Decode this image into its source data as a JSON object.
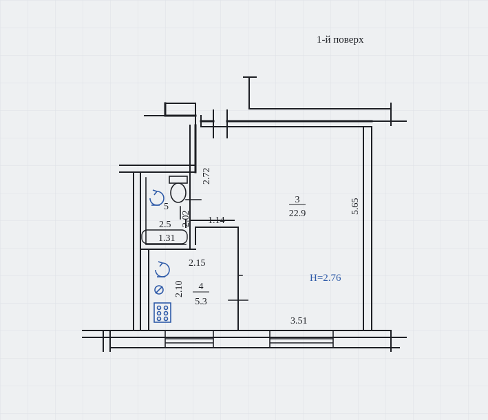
{
  "floor_title": "1-й поверх",
  "rooms": [
    {
      "number": "3",
      "area": "22.9"
    },
    {
      "number": "4",
      "area": "5.3"
    },
    {
      "number": "5",
      "area": "2.5"
    }
  ],
  "dimensions": {
    "room3_width": "3.51",
    "room3_length": "5.65",
    "corridor_length": "2.72",
    "bath_width": "2.02",
    "bath_length": "1.31",
    "passage_width": "1.14",
    "kitchen_width": "2.15",
    "kitchen_length": "2.10"
  },
  "ceiling_height": "H=2.76",
  "colors": {
    "line": "#1d1f24",
    "accent": "#2e5aa8",
    "paper": "#eef0f2"
  }
}
